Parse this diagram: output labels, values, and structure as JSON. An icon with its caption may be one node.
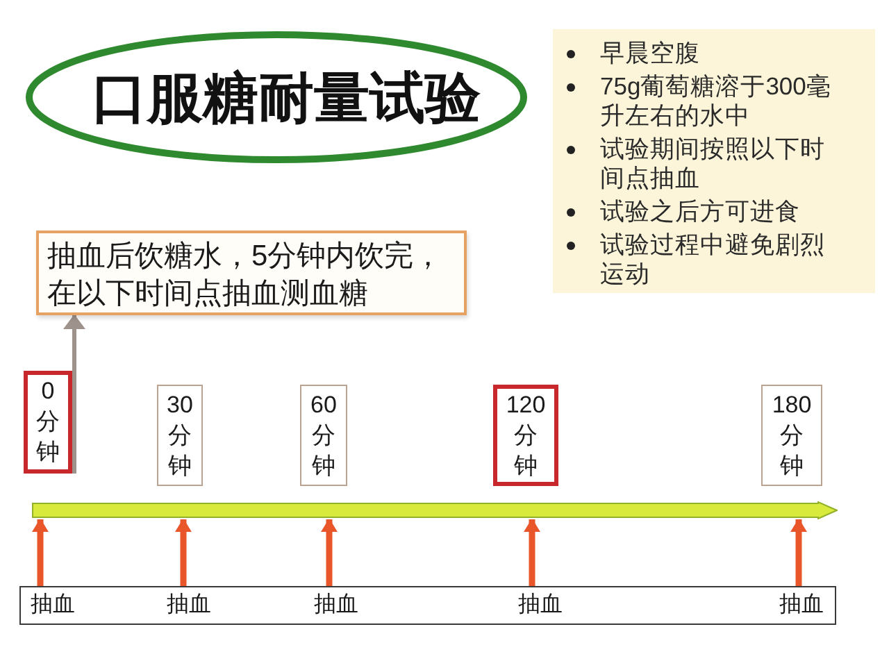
{
  "diagram": {
    "nodes": [
      {
        "text": [
          "口服糖耐量试验"
        ]
      },
      {
        "text": [
          "早晨空腹",
          "75g葡萄糖溶于300毫升左右的水中",
          "试验期间按照以下时间点抽血",
          "试验之后方可进食",
          "试验过程中避免剧烈运动"
        ]
      },
      {
        "text": [
          "抽血后饮糖水，5分钟内饮完，在以下时间点抽血测血糖"
        ]
      },
      {
        "text": [
          "0分钟"
        ]
      },
      {
        "text": [
          "30分钟"
        ]
      },
      {
        "text": [
          "60分钟"
        ]
      },
      {
        "text": [
          "120分钟"
        ]
      },
      {
        "text": [
          "180分钟"
        ]
      },
      {
        "text": [],
        "shape": "bar"
      },
      {
        "text": [],
        "shape": "box"
      },
      {
        "text": [
          "抽血"
        ],
        "in": 9
      },
      {
        "text": [
          "抽血"
        ],
        "in": 9
      },
      {
        "text": [
          "抽血"
        ],
        "in": 9
      },
      {
        "text": [
          "抽血"
        ],
        "in": 9
      },
      {
        "text": [
          "抽血"
        ],
        "in": 9
      }
    ],
    "edges": [
      {
        "from": 3,
        "to": 2,
        "arrow": "to",
        "color": "#9e928c"
      },
      {
        "from": 10,
        "to": 8,
        "arrow": "to"
      },
      {
        "from": 11,
        "to": 8,
        "arrow": "to"
      },
      {
        "from": 12,
        "to": 8,
        "arrow": "to"
      },
      {
        "from": 13,
        "to": 8,
        "arrow": "to"
      },
      {
        "from": 14,
        "to": 8,
        "arrow": "to"
      }
    ]
  }
}
